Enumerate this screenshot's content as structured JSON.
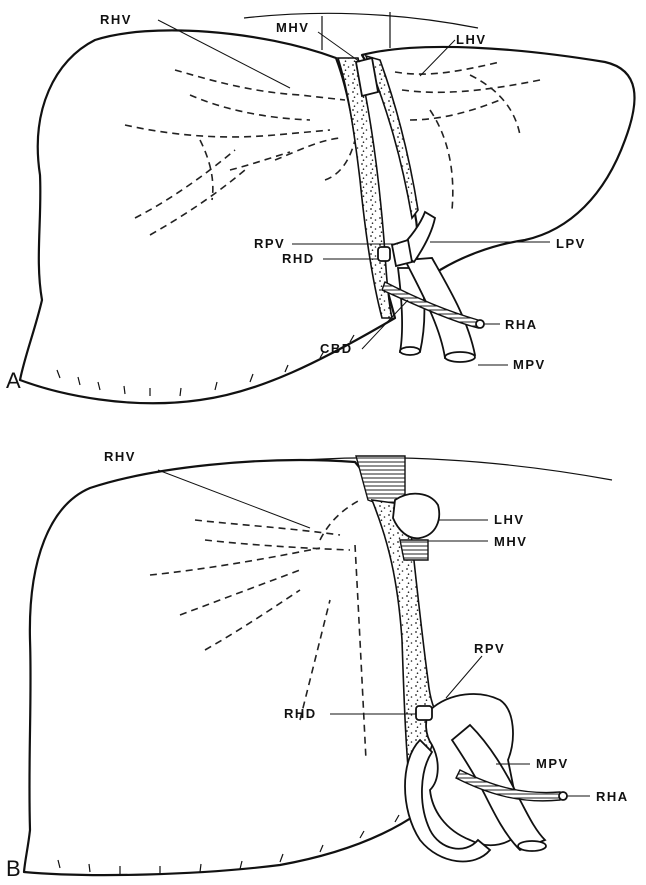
{
  "figure": {
    "panels": [
      {
        "letter": "A",
        "labels": {
          "rhv": "RHV",
          "mhv": "MHV",
          "lhv": "LHV",
          "rpv": "RPV",
          "lpv": "LPV",
          "rhd": "RHD",
          "rha": "RHA",
          "cbd": "CBD",
          "mpv": "MPV"
        }
      },
      {
        "letter": "B",
        "labels": {
          "rhv": "RHV",
          "lhv": "LHV",
          "mhv": "MHV",
          "rpv": "RPV",
          "rhd": "RHD",
          "mpv": "MPV",
          "rha": "RHA"
        }
      }
    ]
  }
}
